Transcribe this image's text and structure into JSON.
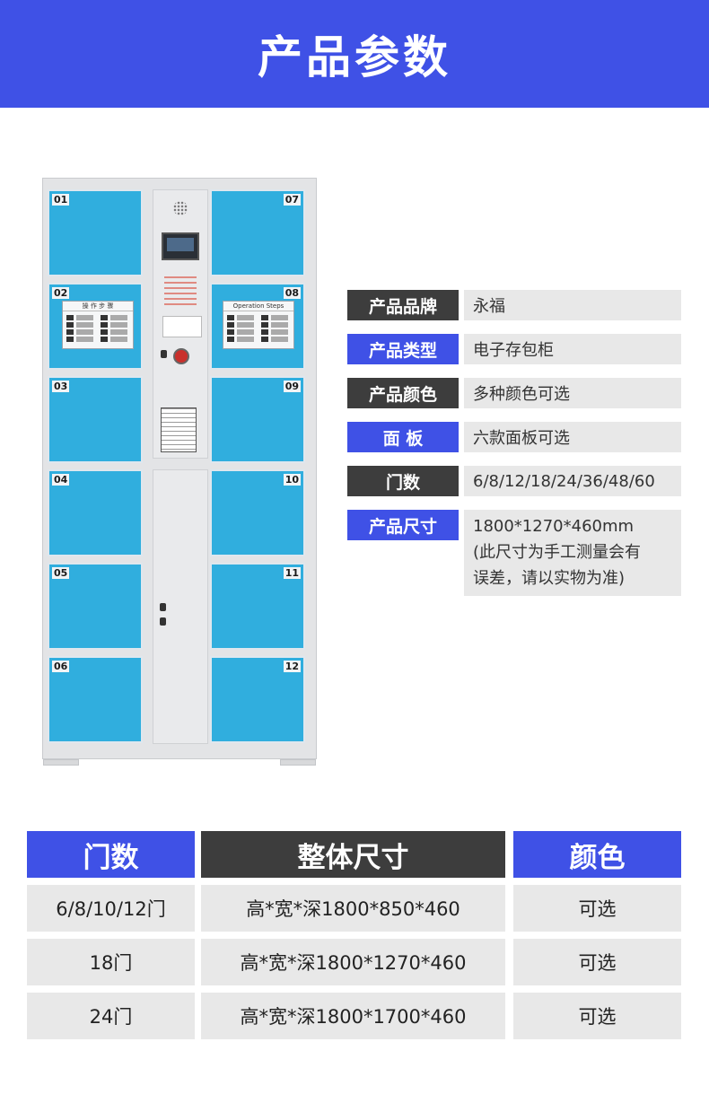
{
  "header": {
    "title": "产品参数"
  },
  "locker": {
    "left_doors": [
      "01",
      "02",
      "03",
      "04",
      "05",
      "06"
    ],
    "right_doors": [
      "07",
      "08",
      "09",
      "10",
      "11",
      "12"
    ],
    "panel_left_title": "操 作 步 骤",
    "panel_right_title": "Operation Steps",
    "door_color": "#30aede"
  },
  "specs": [
    {
      "label": "产品品牌",
      "value": "永福"
    },
    {
      "label": "产品类型",
      "value": "电子存包柜"
    },
    {
      "label": "产品颜色",
      "value": "多种颜色可选"
    },
    {
      "label": "面 板",
      "value": "六款面板可选"
    },
    {
      "label": "门数",
      "value": "6/8/12/18/24/36/48/60"
    },
    {
      "label": "产品尺寸",
      "value": "1800*1270*460mm",
      "value2": "(此尺寸为手工测量会有",
      "value3": "误差，请以实物为准)"
    }
  ],
  "table": {
    "headers": [
      "门数",
      "整体尺寸",
      "颜色"
    ],
    "rows": [
      [
        "6/8/10/12门",
        "高*宽*深1800*850*460",
        "可选"
      ],
      [
        "18门",
        "高*宽*深1800*1270*460",
        "可选"
      ],
      [
        "24门",
        "高*宽*深1800*1700*460",
        "可选"
      ]
    ]
  },
  "colors": {
    "accent_blue": "#3f51e6",
    "dark_label": "#3d3d3d",
    "value_bg": "#e8e8e8"
  }
}
